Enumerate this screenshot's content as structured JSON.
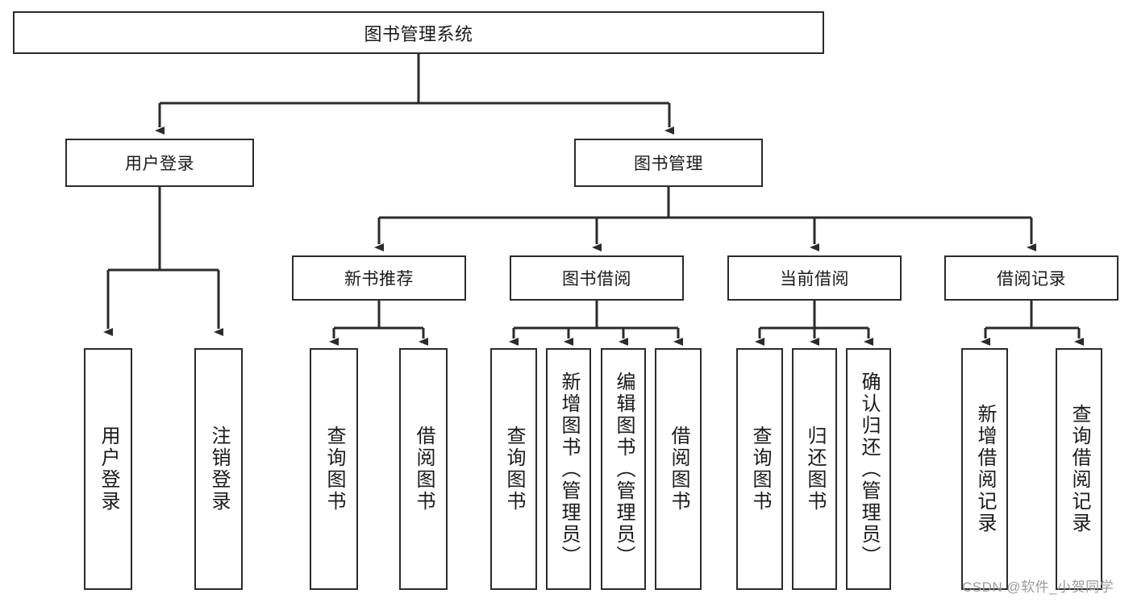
{
  "diagram": {
    "type": "tree-hierarchy-chart",
    "title_text": "图书管理系统",
    "background": "#ffffff",
    "line_color": "#2b2b2b",
    "box_border_color": "#2b2b2b",
    "text_color": "#1a1a1a",
    "watermark": "CSDN @软件_小贺同学",
    "watermark_color": "#9a9a9a",
    "levels": {
      "root": {
        "label": "图书管理系统"
      },
      "level2": [
        {
          "label": "用户登录"
        },
        {
          "label": "图书管理"
        }
      ],
      "level3": [
        {
          "label": "新书推荐"
        },
        {
          "label": "图书借阅"
        },
        {
          "label": "当前借阅"
        },
        {
          "label": "借阅记录"
        }
      ],
      "leaves": {
        "user_login": [
          {
            "label": "用户登录"
          },
          {
            "label": "注销登录"
          }
        ],
        "new_book_recommend": [
          {
            "label": "查询图书"
          },
          {
            "label": "借阅图书"
          }
        ],
        "book_borrow": [
          {
            "label": "查询图书"
          },
          {
            "label": "新增图书（管理员）"
          },
          {
            "label": "编辑图书（管理员）"
          },
          {
            "label": "借阅图书"
          }
        ],
        "current_borrow": [
          {
            "label": "查询图书"
          },
          {
            "label": "归还图书"
          },
          {
            "label": "确认归还（管理员）"
          }
        ],
        "borrow_record": [
          {
            "label": "新增借阅记录"
          },
          {
            "label": "查询借阅记录"
          }
        ]
      }
    }
  }
}
